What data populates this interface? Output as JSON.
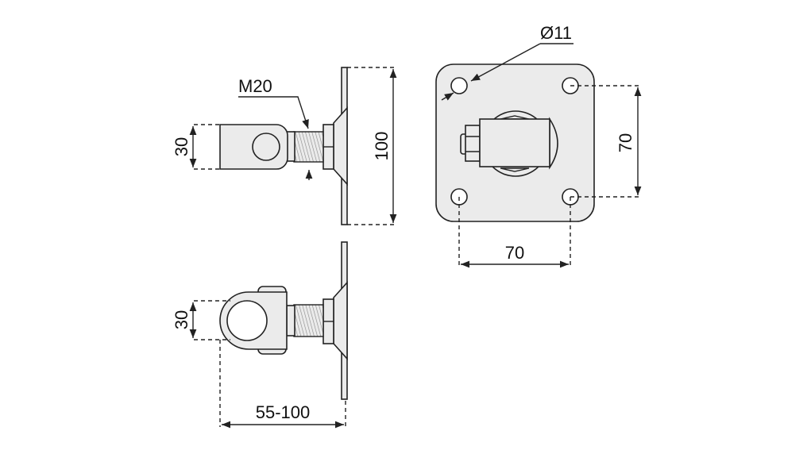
{
  "dimensions": {
    "eye_height_top": "30",
    "plate_height": "100",
    "thread": "M20",
    "eye_height_bottom": "30",
    "adjust_range": "55-100",
    "hole_diameter": "Ø11",
    "hole_spacing_vertical": "70",
    "hole_spacing_horizontal": "70"
  },
  "colors": {
    "part_fill": "#ebebeb",
    "line": "#222222"
  }
}
